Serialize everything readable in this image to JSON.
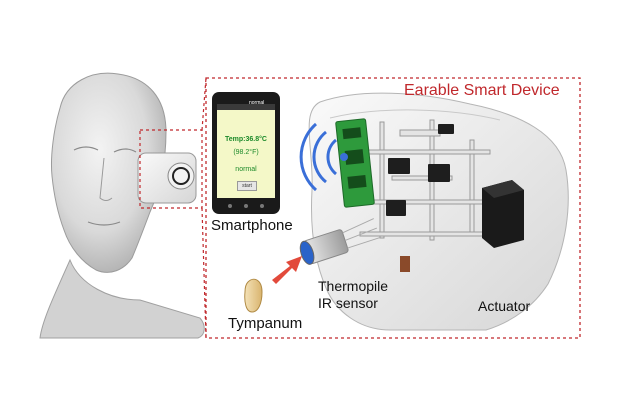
{
  "title": "Earable Smart Device",
  "labels": {
    "smartphone": "Smartphone",
    "tympanum": "Tympanum",
    "thermopile_line1": "Thermopile",
    "thermopile_line2": "IR sensor",
    "actuator": "Actuator"
  },
  "phone_screen": {
    "status_bar": "normal",
    "temperature_c": "Temp:36.8°C",
    "temperature_f": "(98.2°F)",
    "status": "normal",
    "button": "start"
  },
  "colors": {
    "dashed_frame": "#c0282c",
    "wireless_waves": "#3a6fd8",
    "pcb": "#2e9a3c",
    "arrow": "#e24a3b",
    "phone_text": "#1c8a2a",
    "phone_screen_bg": "#f4f8c8"
  },
  "icons": [
    "head-model",
    "earbud-device",
    "smartphone",
    "wireless-signal",
    "pcb-board",
    "thermopile-sensor",
    "actuator-block",
    "tympanum",
    "red-arrow"
  ]
}
